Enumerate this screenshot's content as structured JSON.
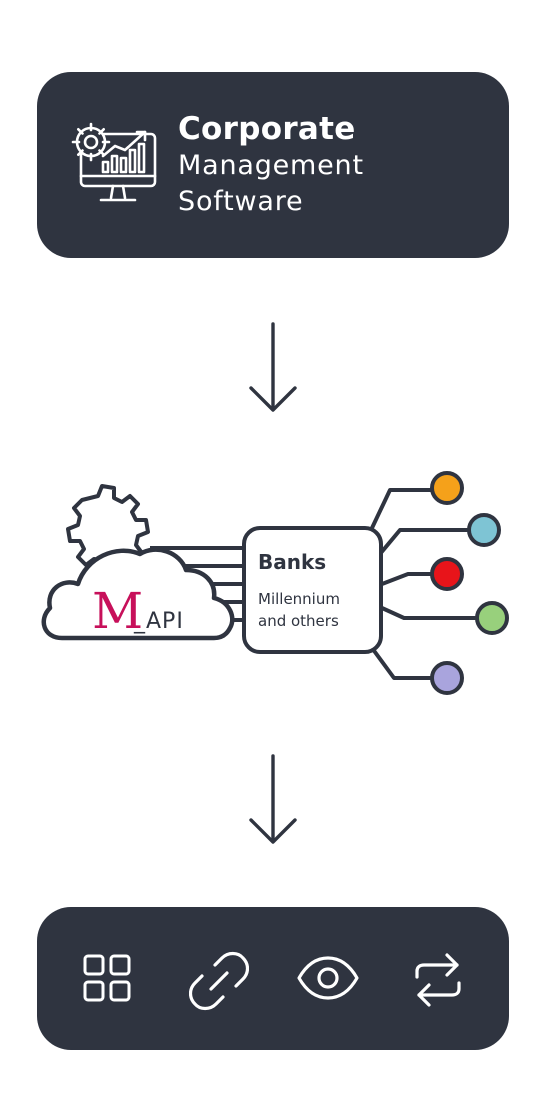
{
  "header": {
    "title_bold": "Corporate",
    "title_line2": "Management",
    "title_line3": "Software",
    "icon": "computer-chart-gear-icon"
  },
  "middle": {
    "logo_m": "M",
    "logo_api": "_API",
    "banks_title": "Banks",
    "banks_line1": "Millennium",
    "banks_line2": "and others",
    "nodes": [
      {
        "name": "node-orange",
        "color": "#f5a11a"
      },
      {
        "name": "node-light-blue",
        "color": "#7ec4d4"
      },
      {
        "name": "node-red",
        "color": "#e8141a"
      },
      {
        "name": "node-green",
        "color": "#98d07c"
      },
      {
        "name": "node-purple",
        "color": "#a9a4dd"
      }
    ],
    "brand_color": "#c7105a",
    "dark_color": "#2f3440"
  },
  "footer": {
    "icons": [
      "grid-icon",
      "link-icon",
      "eye-icon",
      "transfer-icon"
    ]
  }
}
